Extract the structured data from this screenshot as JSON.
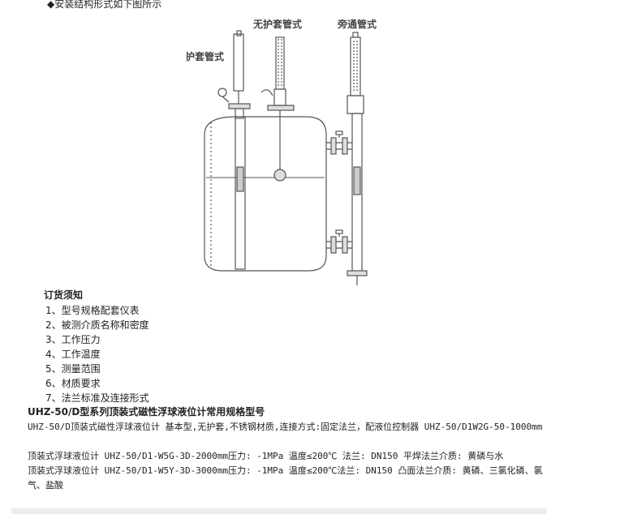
{
  "header_note": "◆安装结构形式如下图所示",
  "diagram": {
    "label_sleeve": "有护套管式",
    "label_no_sleeve": "无护套管式",
    "label_bypass": "旁通管式"
  },
  "order": {
    "title": "订货须知",
    "items": [
      "1、型号规格配套仪表",
      "2、被测介质名称和密度",
      "3、工作压力",
      "4、工作温度",
      "5、测量范围",
      "6、材质要求",
      "7、法兰标准及连接形式"
    ]
  },
  "specs": {
    "title": "UHZ-50/D型系列顶装式磁性浮球液位计常用规格型号",
    "line1": "UHZ-50/D顶装式磁性浮球液位计  基本型,无护套,不锈钢材质,连接方式:固定法兰，配液位控制器 UHZ-50/D1W2G-50-1000mm",
    "line2": "顶装式浮球液位计  UHZ-50/D1-W5G-3D-2000mm压力: -1MPa 温度≤200℃ 法兰:  DN150 平焊法兰介质: 黄磷与水",
    "line3": "顶装式浮球液位计  UHZ-50/D1-W5Y-3D-3000mm压力: -1MPa 温度≤200℃法兰:  DN150 凸面法兰介质: 黄磷、三氯化磷、氯气、盐酸"
  }
}
